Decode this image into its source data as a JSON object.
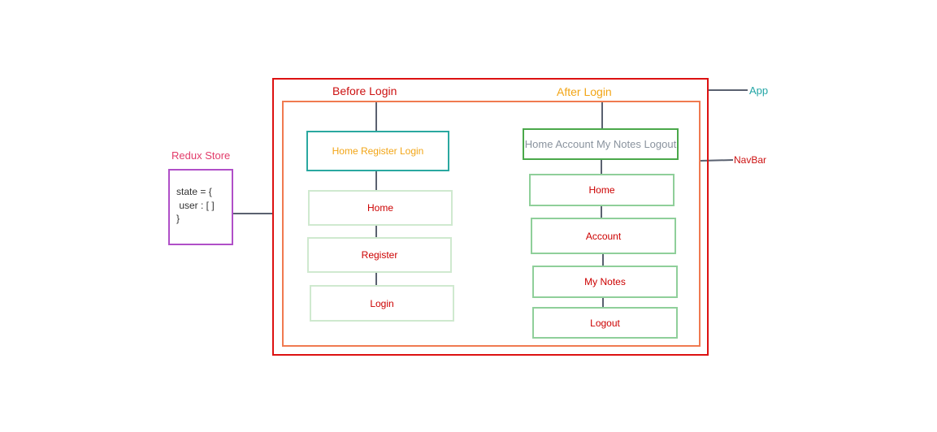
{
  "store": {
    "title": "Redux Store",
    "line1": "state = {",
    "line2": " user : [ ]",
    "line3": "}"
  },
  "app": {
    "label": "App"
  },
  "navbar": {
    "label": "NavBar"
  },
  "before_login": {
    "heading": "Before Login",
    "nav_summary": "Home Register Login",
    "items": [
      "Home",
      "Register",
      "Login"
    ]
  },
  "after_login": {
    "heading": "After Login",
    "nav_summary": "Home Account My Notes Logout",
    "items": [
      "Home",
      "Account",
      "My Notes",
      "Logout"
    ]
  },
  "colors": {
    "app_border": "#dd1111",
    "navbar_border": "#f07a50",
    "store_border": "#b04fc8",
    "store_title": "#e23d6b",
    "app_label": "#22a5a5",
    "navbar_label": "#cc1111",
    "before_heading": "#cc1111",
    "after_heading": "#f2a516",
    "before_nav_border": "#2aa8a0",
    "before_nav_text": "#f2a516",
    "after_nav_border": "#4aa84a",
    "after_nav_text": "#8a939e",
    "before_item_border": "#cfe9cf",
    "after_item_border": "#8fcf9a",
    "item_text": "#cc0000",
    "connector": "#5a6170"
  }
}
